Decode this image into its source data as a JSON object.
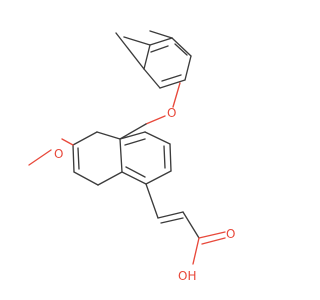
{
  "colors": {
    "bond": "#3c3c3c",
    "oxygen": "#e8493b",
    "background": "#ffffff"
  },
  "atoms": {
    "ether_oxygen": "O",
    "methoxy_oxygen": "O",
    "carbonyl_oxygen": "O",
    "hydroxyl": "OH"
  }
}
